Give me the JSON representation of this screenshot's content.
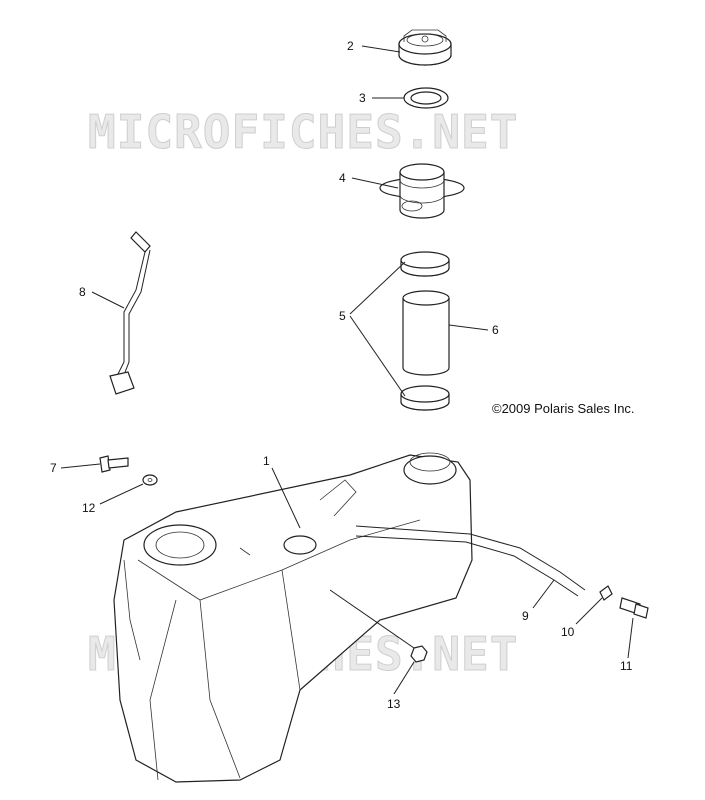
{
  "watermark_top": "MICROFICHES.NET",
  "watermark_bottom": "MICROFICHES.NET",
  "copyright": "©2009 Polaris Sales Inc.",
  "callouts": {
    "c1": "1",
    "c2": "2",
    "c3": "3",
    "c4": "4",
    "c5": "5",
    "c6": "6",
    "c7": "7",
    "c8": "8",
    "c9": "9",
    "c10": "10",
    "c11": "11",
    "c12": "12",
    "c13": "13"
  }
}
